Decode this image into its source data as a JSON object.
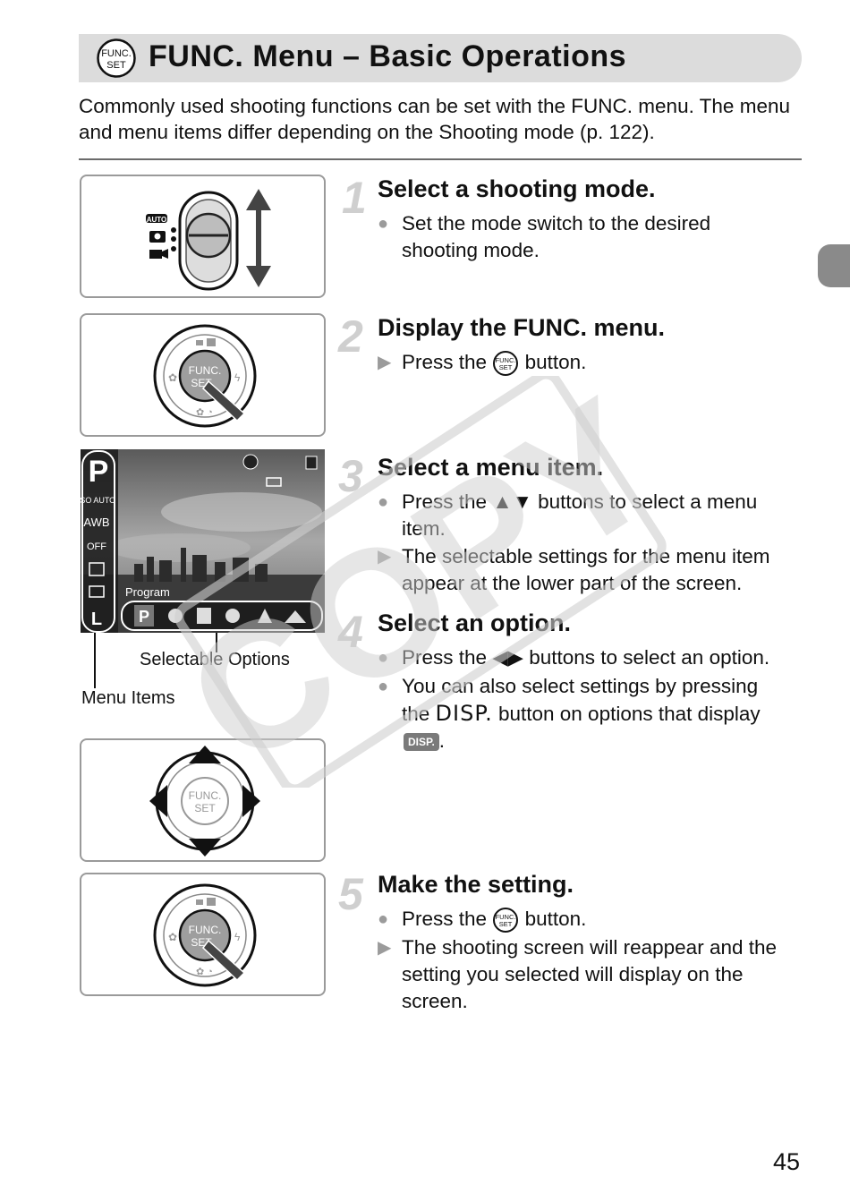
{
  "header": {
    "title": "FUNC. Menu – Basic Operations",
    "badge_line1": "FUNC.",
    "badge_line2": "SET"
  },
  "intro": "Commonly used shooting functions can be set with the FUNC. menu. The menu and menu items differ depending on the Shooting mode (p. 122).",
  "steps": [
    {
      "number": "1",
      "title": "Select a shooting mode.",
      "bullets": [
        {
          "marker": "circle",
          "text": "Set the mode switch to the desired shooting mode."
        }
      ]
    },
    {
      "number": "2",
      "title": "Display the FUNC. menu.",
      "bullets": [
        {
          "marker": "triangle",
          "pre": "Press the",
          "post": "button."
        }
      ]
    },
    {
      "number": "3",
      "title": "Select a menu item.",
      "bullets": [
        {
          "marker": "circle",
          "pre": "Press the",
          "post": "buttons to select a menu item."
        },
        {
          "marker": "triangle",
          "text": "The selectable settings for the menu item appear at the lower part of the screen."
        }
      ]
    },
    {
      "number": "4",
      "title": "Select an option.",
      "bullets": [
        {
          "marker": "circle",
          "pre": "Press the",
          "post": "buttons to select an option."
        },
        {
          "marker": "circle",
          "pre": "You can also select settings by pressing the",
          "mid": "DISP.",
          "post": "button on options that display",
          "tail": "."
        }
      ]
    },
    {
      "number": "5",
      "title": "Make the setting.",
      "bullets": [
        {
          "marker": "circle",
          "pre": "Press the",
          "post": "button."
        },
        {
          "marker": "triangle",
          "text": "The shooting screen will reappear and the setting you selected will display on the screen."
        }
      ]
    }
  ],
  "lcd": {
    "mode_letter": "P",
    "program_label": "Program",
    "menu_items": [
      "ISO AUTO",
      "AWB",
      "OFF",
      "",
      "",
      ""
    ],
    "disp_badge": "DISP."
  },
  "callouts": {
    "selectable_options": "Selectable Options",
    "menu_items": "Menu Items"
  },
  "mode_switch": {
    "auto_label": "AUTO"
  },
  "dial_label": {
    "line1": "FUNC.",
    "line2": "SET"
  },
  "watermark": "COPY",
  "page_number": "45",
  "colors": {
    "header_bg": "#dcdcdc",
    "step_number": "#cfcfcf",
    "marker": "#9b9b9b",
    "box_border": "#9a9a9a"
  }
}
